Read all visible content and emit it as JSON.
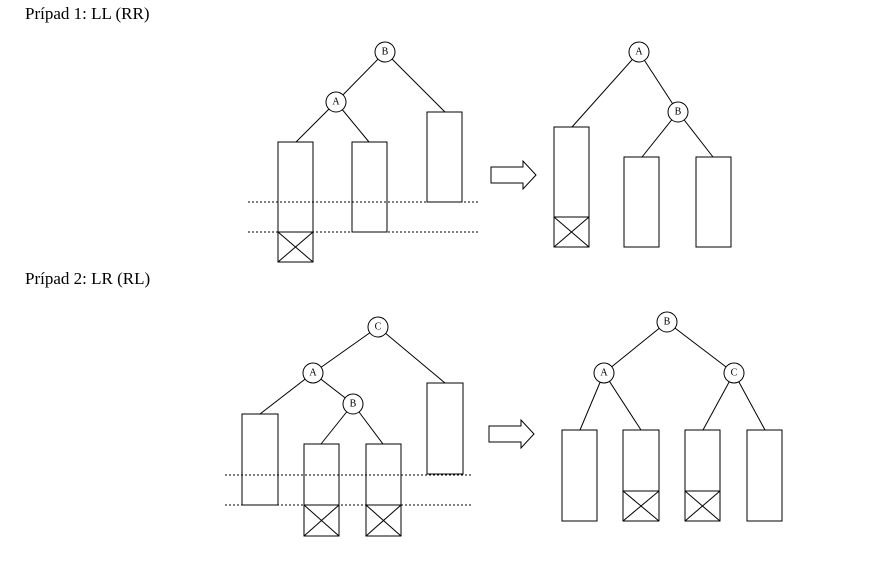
{
  "cases": [
    {
      "title": "Prípad 1: LL (RR)",
      "before": {
        "root": "B",
        "child": "A"
      },
      "after": {
        "root": "A",
        "child": "B"
      }
    },
    {
      "title": "Prípad 2: LR (RL)",
      "before": {
        "root": "C",
        "child": "A",
        "grandchild": "B"
      },
      "after": {
        "root": "B",
        "left": "A",
        "right": "C"
      }
    }
  ]
}
